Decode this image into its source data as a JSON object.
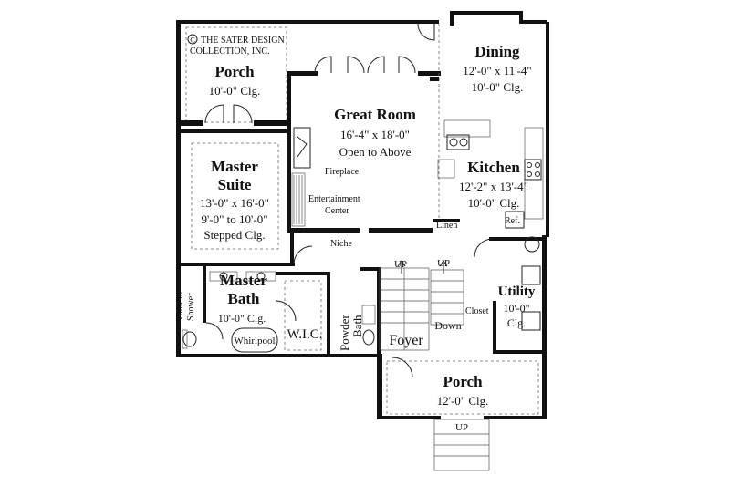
{
  "copyright": {
    "line1": "THE SATER DESIGN",
    "line2": "COLLECTION, INC.",
    "symbol": "C"
  },
  "rooms": {
    "porch_rear": {
      "name": "Porch",
      "ceiling": "10'-0\" Clg."
    },
    "great_room": {
      "name": "Great Room",
      "size": "16'-4\" x 18'-0\"",
      "note": "Open to Above"
    },
    "dining": {
      "name": "Dining",
      "size": "12'-0\" x 11'-4\"",
      "ceiling": "10'-0\" Clg."
    },
    "master_suite": {
      "name_line1": "Master",
      "name_line2": "Suite",
      "size": "13'-0\" x 16'-0\"",
      "ceiling_line1": "9'-0\" to 10'-0\"",
      "ceiling_line2": "Stepped Clg."
    },
    "kitchen": {
      "name": "Kitchen",
      "size": "12'-2\" x 13'-4\"",
      "ceiling": "10'-0\" Clg."
    },
    "master_bath": {
      "name_line1": "Master",
      "name_line2": "Bath",
      "ceiling": "10'-0\" Clg."
    },
    "utility": {
      "name": "Utility",
      "ceiling_line1": "10'-0\"",
      "ceiling_line2": "Clg."
    },
    "porch_front": {
      "name": "Porch",
      "ceiling": "12'-0\" Clg."
    },
    "foyer": {
      "name": "Foyer"
    },
    "wic": {
      "name": "W.I.C."
    },
    "powder_bath": {
      "line1": "Powder",
      "line2": "Bath"
    }
  },
  "fixtures": {
    "fireplace": "Fireplace",
    "entertainment_line1": "Entertainment",
    "entertainment_line2": "Center",
    "niche": "Niche",
    "linen": "Linen",
    "ref": "Ref.",
    "closet": "Closet",
    "whirlpool": "Whirlpool",
    "walkin_line1": "Walk-in",
    "walkin_line2": "Shower"
  },
  "stairs": {
    "up_main": "UP",
    "up_second": "UP",
    "down": "Down",
    "up_front": "UP"
  }
}
